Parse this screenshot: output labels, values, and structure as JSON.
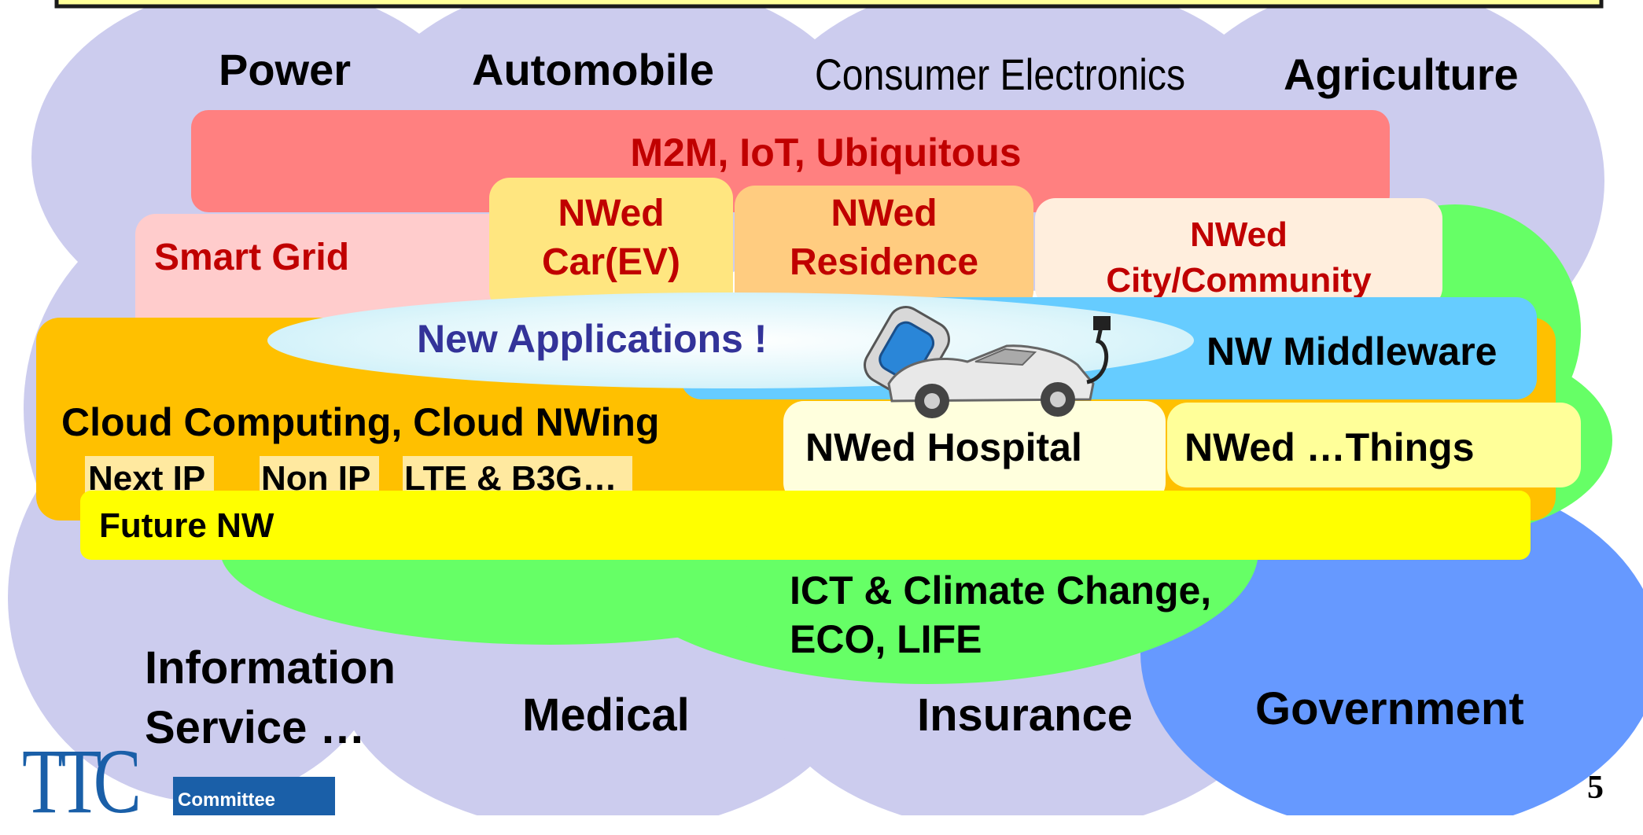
{
  "title_bar": {
    "border_color": "#1a1a1a",
    "fill": "#ffff99"
  },
  "sectors_top": {
    "power": "Power",
    "automobile": "Automobile",
    "consumer_electronics": "Consumer Electronics",
    "agriculture": "Agriculture"
  },
  "sectors_bottom": {
    "information_service_line1": "Information",
    "information_service_line2": "Service …",
    "medical": "Medical",
    "insurance": "Insurance",
    "government": "Government"
  },
  "layers": {
    "m2m": "M2M,   IoT,   Ubiquitous",
    "smart_grid": "Smart Grid",
    "nwed_car_line1": "NWed",
    "nwed_car_line2": "Car(EV)",
    "nwed_residence_line1": "NWed",
    "nwed_residence_line2": "Residence",
    "nwed_city_line1": "NWed",
    "nwed_city_line2": "City/Community",
    "new_applications": "New Applications !",
    "nw_middleware": "NW Middleware",
    "cloud_computing": "Cloud Computing, Cloud NWing",
    "next_ip": "Next IP",
    "non_ip": "Non IP",
    "lte_b3g": "LTE & B3G…",
    "nwed_hospital": "NWed Hospital",
    "nwed_things": "NWed …Things",
    "future_nw": "Future NW",
    "ict_line1": "ICT & Climate Change,",
    "ict_line2": "ECO, LIFE"
  },
  "footer": {
    "logo_letters": "TTC",
    "logo_word": "Committee",
    "page_number": "5"
  },
  "colors": {
    "cloud_lavender": "#ccccee",
    "government_blue": "#6699ff",
    "eco_green": "#66ff66",
    "m2m_red": "#ff8080",
    "smart_grid_pink": "#ffcccc",
    "car_yellow": "#ffe680",
    "residence_orange": "#ffcc80",
    "city_cream": "#ffeedd",
    "cloud_orange": "#ffc000",
    "middleware_blue": "#66ccff",
    "hospital_cream": "#ffffdd",
    "future_nw_yellow": "#ffff00",
    "dark_red_text": "#c00000",
    "navy_text": "#333399"
  }
}
